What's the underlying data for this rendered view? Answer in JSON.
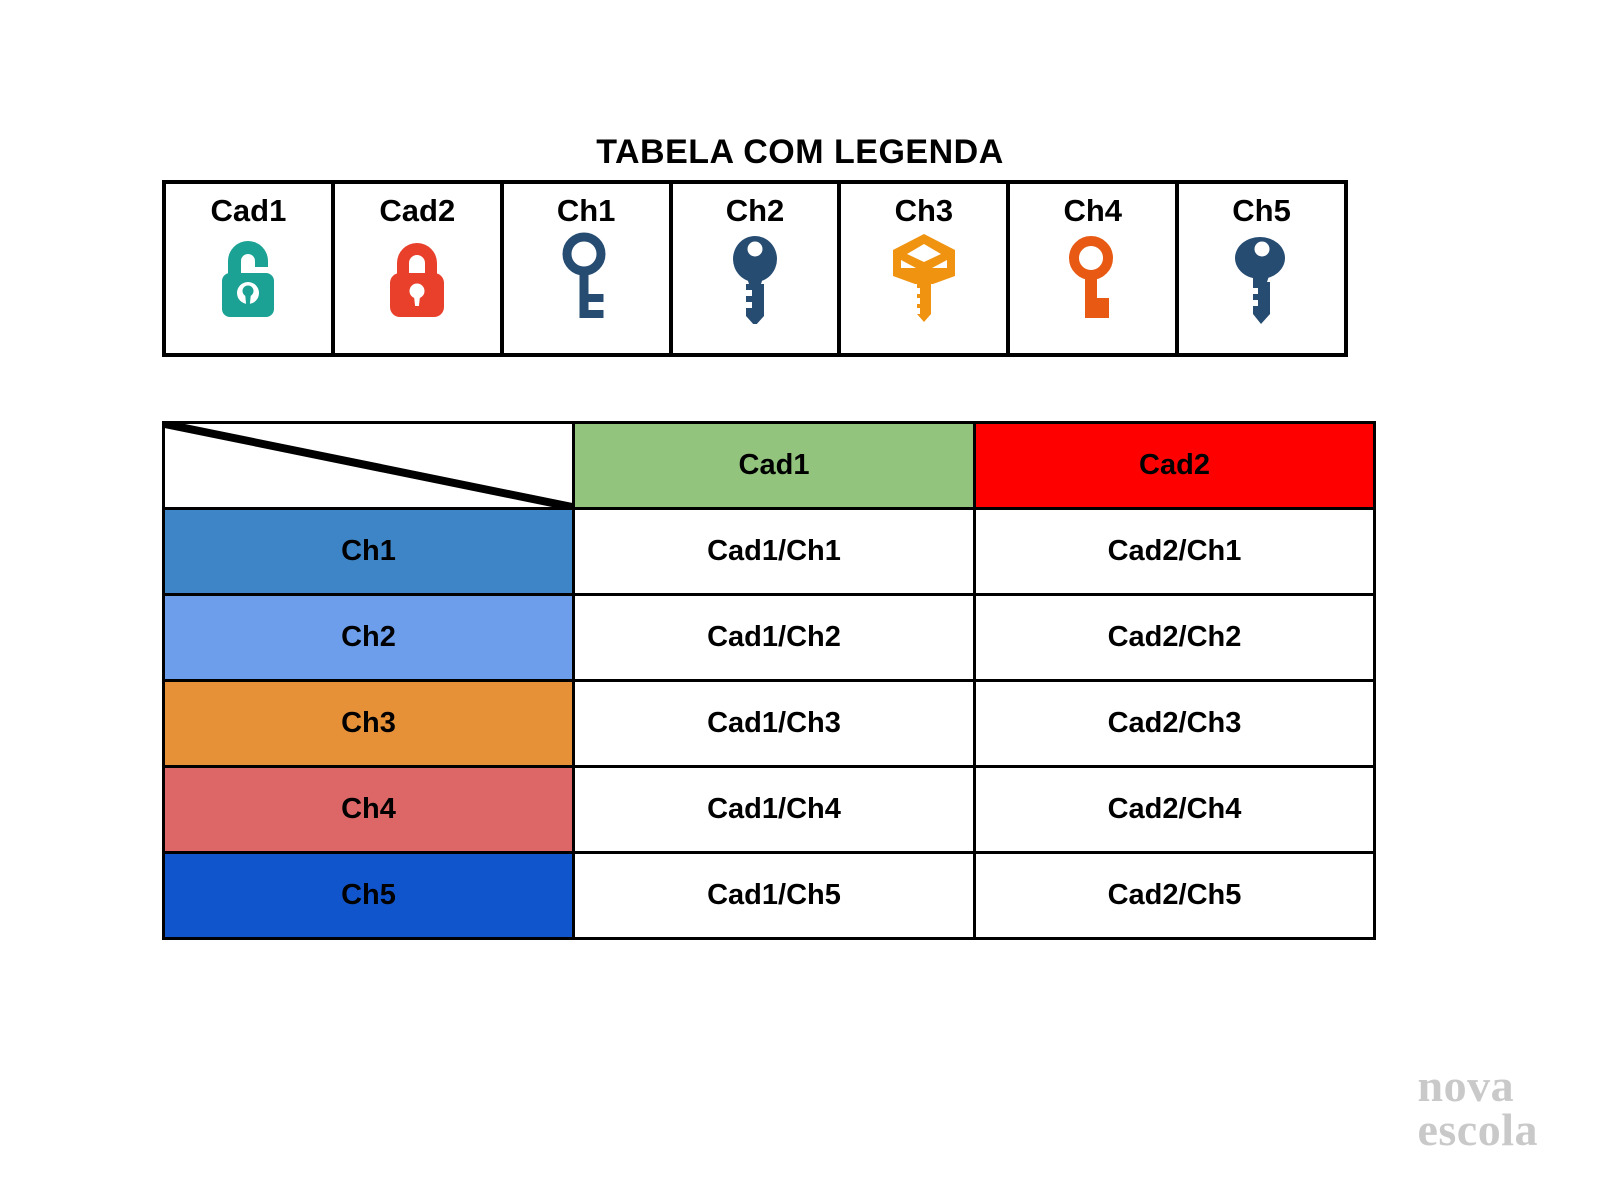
{
  "page": {
    "title": "TABELA COM LEGENDA",
    "background": "#ffffff"
  },
  "watermark": {
    "line1": "nova",
    "line2": "escola",
    "color": "#c9c9c9"
  },
  "legend": {
    "items": [
      {
        "label": "Cad1",
        "icon": "padlock-open-icon",
        "color": "#1BA294"
      },
      {
        "label": "Cad2",
        "icon": "padlock-closed-icon",
        "color": "#E8402A"
      },
      {
        "label": "Ch1",
        "icon": "key-round-outline-icon",
        "color": "#264C72"
      },
      {
        "label": "Ch2",
        "icon": "key-round-solid-icon",
        "color": "#264C72"
      },
      {
        "label": "Ch3",
        "icon": "key-hex-icon",
        "color": "#EF9310"
      },
      {
        "label": "Ch4",
        "icon": "key-simple-outline-icon",
        "color": "#E85A13"
      },
      {
        "label": "Ch5",
        "icon": "key-oval-solid-icon",
        "color": "#264C72"
      }
    ]
  },
  "chart_data": {
    "type": "table",
    "title": "TABELA COM LEGENDA",
    "corner_cell": "",
    "columns": [
      "Cad1",
      "Cad2"
    ],
    "column_colors": [
      "#92C47D",
      "#FF0000"
    ],
    "rows": [
      "Ch1",
      "Ch2",
      "Ch3",
      "Ch4",
      "Ch5"
    ],
    "row_colors": [
      "#3D85C6",
      "#6D9EEB",
      "#E69138",
      "#DD6666",
      "#1155CC"
    ],
    "cells": [
      [
        "Cad1/Ch1",
        "Cad2/Ch1"
      ],
      [
        "Cad1/Ch2",
        "Cad2/Ch2"
      ],
      [
        "Cad1/Ch3",
        "Cad2/Ch3"
      ],
      [
        "Cad1/Ch4",
        "Cad2/Ch4"
      ],
      [
        "Cad1/Ch5",
        "Cad2/Ch5"
      ]
    ]
  }
}
